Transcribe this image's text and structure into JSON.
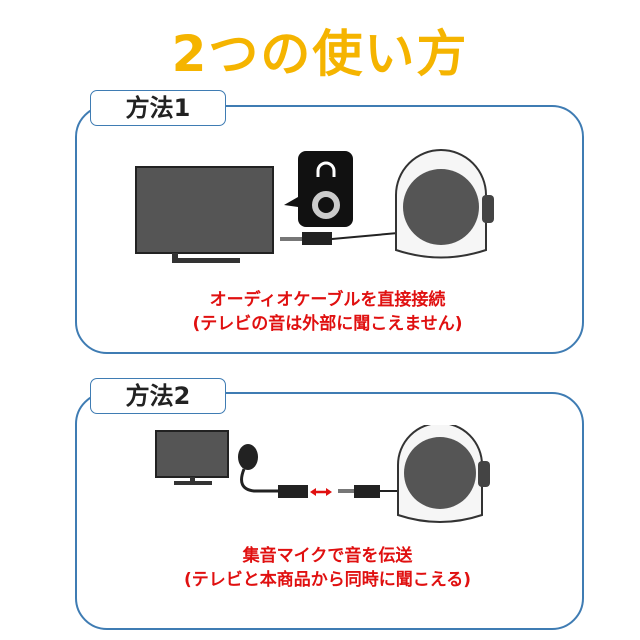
{
  "title": "2つの使い方",
  "methods": [
    {
      "label": "方法1",
      "caption_line1": "オーディオケーブルを直接接続",
      "caption_line2": "(テレビの音は外部に聞こえません)"
    },
    {
      "label": "方法2",
      "caption_line1": "集音マイクで音を伝送",
      "caption_line2": "(テレビと本商品から同時に聞こえる)"
    }
  ],
  "colors": {
    "title": "#f5b400",
    "border": "#3f7cb3",
    "caption": "#e01010"
  }
}
